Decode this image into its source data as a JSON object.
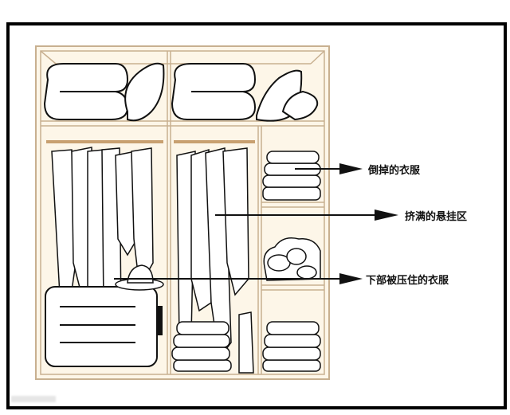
{
  "colors": {
    "frame": "#000000",
    "wood": "#c8b090",
    "panel": "#fdf6e8",
    "ink": "#111111",
    "hanger": "#8a5a3a"
  },
  "labels": {
    "fallen_clothes": "倒掉的衣服",
    "crowded_hanging_area": "挤满的悬挂区",
    "crushed_clothes_below": "下部被压住的衣服"
  }
}
